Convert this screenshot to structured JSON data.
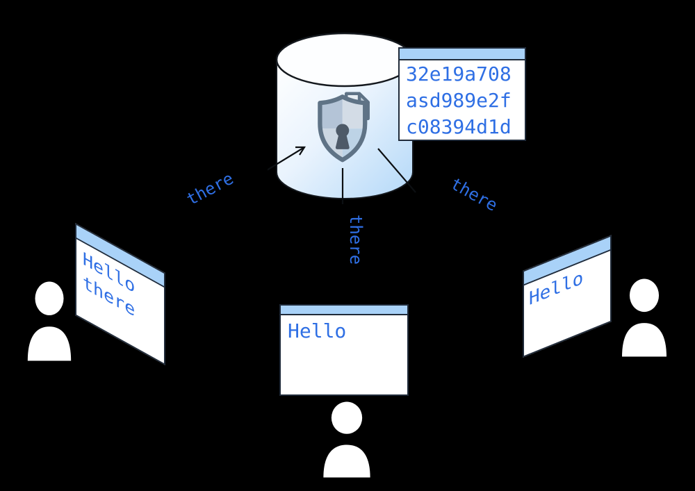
{
  "colors": {
    "background": "#000000",
    "titlebar_blue": "#a9d2f8",
    "panel_white": "#ffffff",
    "panel_border": "#202b3a",
    "text_blue": "#2f6fe4",
    "cylinder_blue": "#b3d8f8",
    "shield_gray": "#5f7386"
  },
  "database": {
    "hash_window": {
      "lines": [
        "32e19a708",
        "asd989e2f",
        "c08394d1d"
      ]
    }
  },
  "connection_labels": {
    "left": "there",
    "center": "there",
    "right": "there"
  },
  "users": {
    "left": {
      "window_lines": [
        "Hello",
        "there"
      ]
    },
    "bottom": {
      "window_lines": [
        "Hello"
      ]
    },
    "right": {
      "window_lines": [
        "Hello"
      ]
    }
  }
}
